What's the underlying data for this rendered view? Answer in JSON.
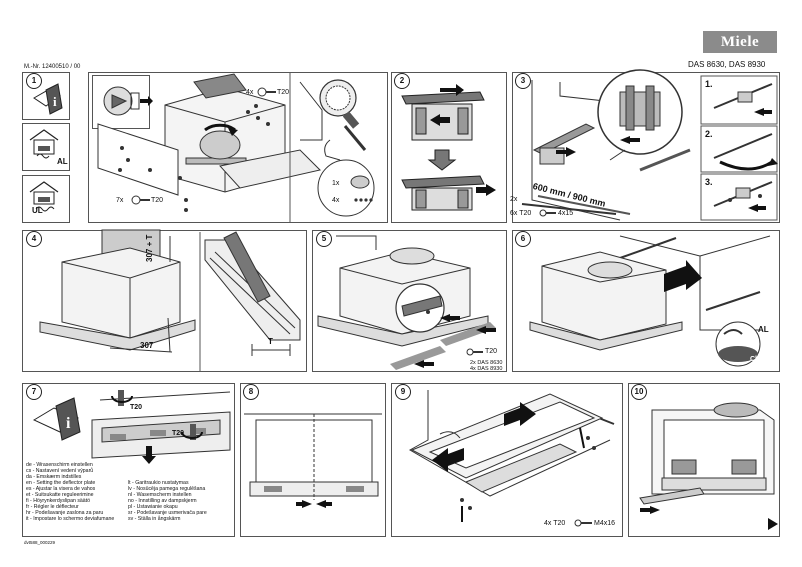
{
  "header": {
    "brand": "Miele",
    "doc_number": "M.-Nr. 12400510 / 00",
    "models": "DAS 8630, DAS 8930"
  },
  "steps": {
    "s1": {
      "num": "1",
      "side_labels": {
        "al": "AL",
        "ul": "UL"
      },
      "screw_top": "4x",
      "screw_top_type": "T20",
      "screw_bottom": "7x",
      "screw_bottom_type": "T20",
      "parts_a": "1x",
      "parts_b": "4x"
    },
    "s2": {
      "num": "2"
    },
    "s3": {
      "num": "3",
      "dimension": "600 mm / 900 mm",
      "qty": "2x",
      "screws": "6x T20",
      "screw_size": "4x15",
      "sub_labels": [
        "1.",
        "2.",
        "3."
      ]
    },
    "s4": {
      "num": "4",
      "dim_a": "307 + T",
      "dim_b": "307",
      "dim_t": "T"
    },
    "s5": {
      "num": "5",
      "screw_type": "T20",
      "note_a": "2x DAS 8630",
      "note_b": "4x DAS 8930"
    },
    "s6": {
      "num": "6",
      "al": "AL",
      "click": "Click"
    },
    "s7": {
      "num": "7",
      "screw_type_a": "T20",
      "screw_type_b": "T20",
      "languages": [
        "de - Wrasenschirm einstellen",
        "cs - Nastavení vedení výparů",
        "da - Emskærm indstilles",
        "en - Setting the deflector plate",
        "es - Ajustar la visera de vahos",
        "et - Suitsukatte reguleerimine",
        "fi - Höyrynkerdyslipan säätö",
        "fr - Régler le déflecteur",
        "hr - Podešavanje zaslona za paru",
        "it - Impostare lo schermo deviafumane"
      ],
      "languages_b": [
        "lt - Garitraukio nustatymas",
        "lv - Nosūcēja pamega regulēšana",
        "nl - Wasemscherm instellen",
        "no - Innstilling av dampskjerm",
        "pl - Ustawianie okapu",
        "sr - Podešavanje usmerivača pare",
        "sv - Ställa in ångskärm"
      ],
      "footer_code": "dvt588_000229"
    },
    "s8": {
      "num": "8"
    },
    "s9": {
      "num": "9",
      "screws": "4x T20",
      "screw_size": "M4x16"
    },
    "s10": {
      "num": "10"
    }
  },
  "colors": {
    "line": "#333333",
    "frame": "#555555",
    "arrow": "#111111",
    "logo_bg": "#8b8b8b",
    "shade": "#d9d9d9",
    "dark": "#7a7a7a"
  },
  "icons": [
    "info-book-icon",
    "hood-al-icon",
    "hood-ul-icon",
    "arrow-icon",
    "screw-icon",
    "hammer-icon",
    "next-page-icon"
  ]
}
